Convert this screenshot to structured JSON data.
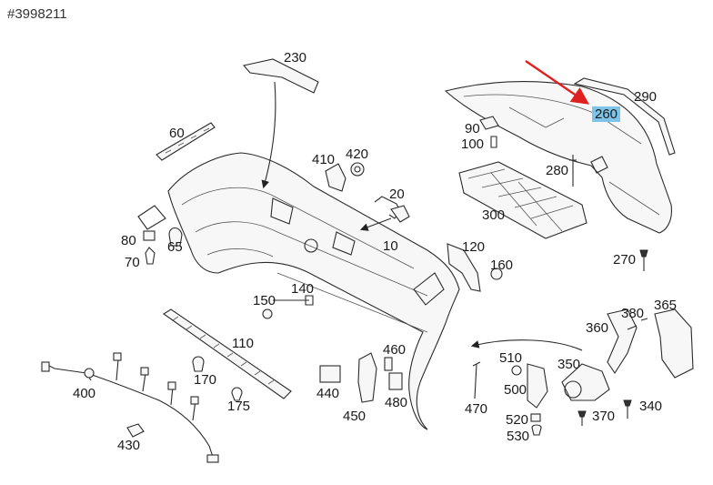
{
  "reference": "#3998211",
  "highlight_color": "#7ec3e8",
  "arrow_color": "#e02020",
  "part_labels": {
    "p10": "10",
    "p20": "20",
    "p60": "60",
    "p65": "65",
    "p70": "70",
    "p80": "80",
    "p90": "90",
    "p100": "100",
    "p110": "110",
    "p120": "120",
    "p140": "140",
    "p150": "150",
    "p160": "160",
    "p170": "170",
    "p175": "175",
    "p230": "230",
    "p260": "260",
    "p270": "270",
    "p280": "280",
    "p290": "290",
    "p300": "300",
    "p340": "340",
    "p350": "350",
    "p360": "360",
    "p365": "365",
    "p370": "370",
    "p380": "380",
    "p400": "400",
    "p410": "410",
    "p420": "420",
    "p430": "430",
    "p440": "440",
    "p450": "450",
    "p460": "460",
    "p470": "470",
    "p480": "480",
    "p500": "500",
    "p510": "510",
    "p520": "520",
    "p530": "530"
  }
}
